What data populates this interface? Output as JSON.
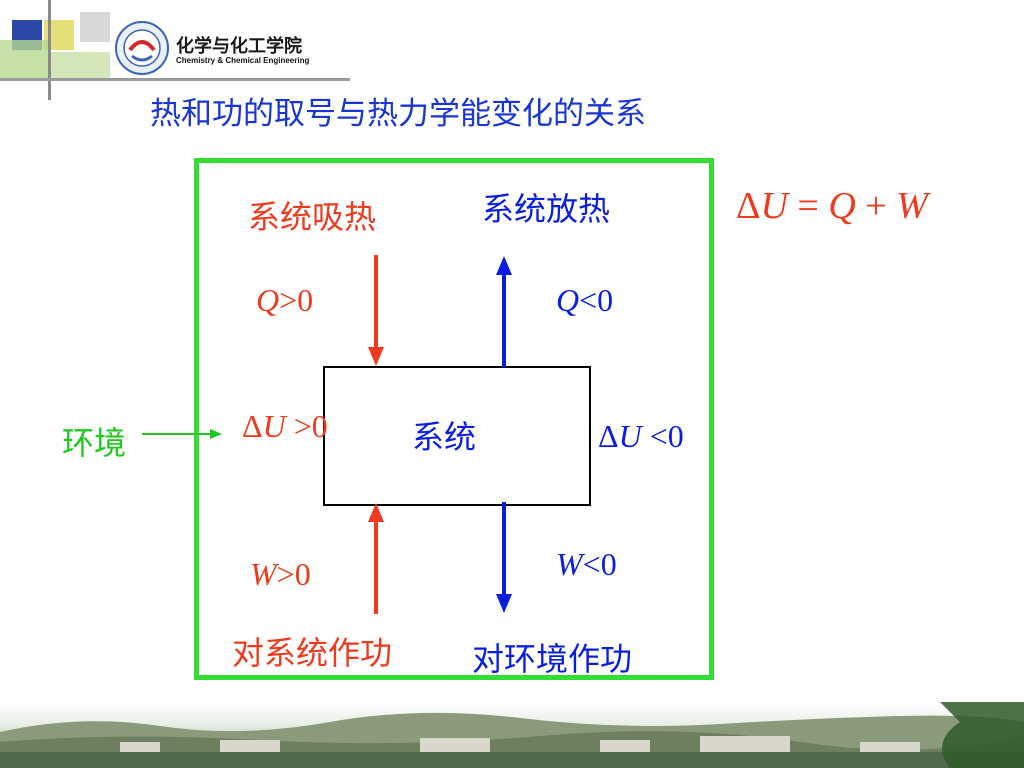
{
  "header": {
    "school_cn": "化学与化工学院",
    "school_en": "Chemistry & Chemical Engineering"
  },
  "slide": {
    "title": "热和功的取号与热力学能变化的关系"
  },
  "diagram": {
    "absorb_heat": "系统吸热",
    "release_heat": "系统放热",
    "q_pos": {
      "sym": "Q",
      "rel": ">0"
    },
    "q_neg": {
      "sym": "Q",
      "rel": "<0"
    },
    "du_pos": {
      "delta": "Δ",
      "sym": "U",
      "rel": " >0"
    },
    "du_neg": {
      "delta": "Δ",
      "sym": "U",
      "rel": " <0"
    },
    "system": "系统",
    "surroundings": "环境",
    "w_pos": {
      "sym": "W",
      "rel": ">0"
    },
    "w_neg": {
      "sym": "W",
      "rel": "<0"
    },
    "work_on_system": "对系统作功",
    "work_on_surroundings": "对环境作功"
  },
  "formula": {
    "delta": "Δ",
    "u": "U",
    "eq": " = ",
    "q": "Q",
    "plus": " + ",
    "w": "W"
  },
  "colors": {
    "title": "#1a35d6",
    "red": "#ee3b1e",
    "blue": "#0a1ee0",
    "green": "#1ec81e",
    "frame": "#33dd33"
  }
}
